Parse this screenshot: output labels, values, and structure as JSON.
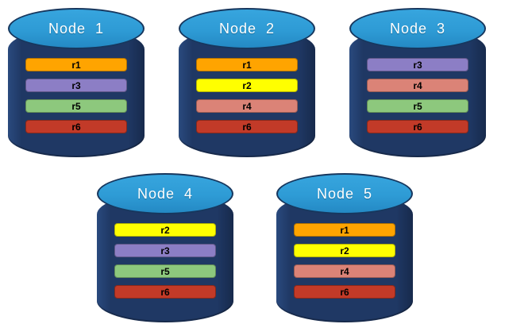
{
  "diagram": {
    "description": "Five database node cylinders showing replica placement",
    "colors": {
      "cylinder_body": "#1F3864",
      "cylinder_top": "#2E9BD5",
      "title_text": "#FFFFFF",
      "bar_text": "#000000",
      "background": "#FFFFFF"
    },
    "replica_colors": {
      "r1": "#FFA400",
      "r2": "#FFFF00",
      "r3": "#8C7EC5",
      "r4": "#DB8377",
      "r5": "#8DC87D",
      "r6": "#C23A28"
    },
    "nodes": [
      {
        "label": "Node  1",
        "replicas": [
          "r1",
          "r3",
          "r5",
          "r6"
        ]
      },
      {
        "label": "Node  2",
        "replicas": [
          "r1",
          "r2",
          "r4",
          "r6"
        ]
      },
      {
        "label": "Node  3",
        "replicas": [
          "r3",
          "r4",
          "r5",
          "r6"
        ]
      },
      {
        "label": "Node  4",
        "replicas": [
          "r2",
          "r3",
          "r5",
          "r6"
        ]
      },
      {
        "label": "Node  5",
        "replicas": [
          "r1",
          "r2",
          "r4",
          "r6"
        ]
      }
    ]
  }
}
